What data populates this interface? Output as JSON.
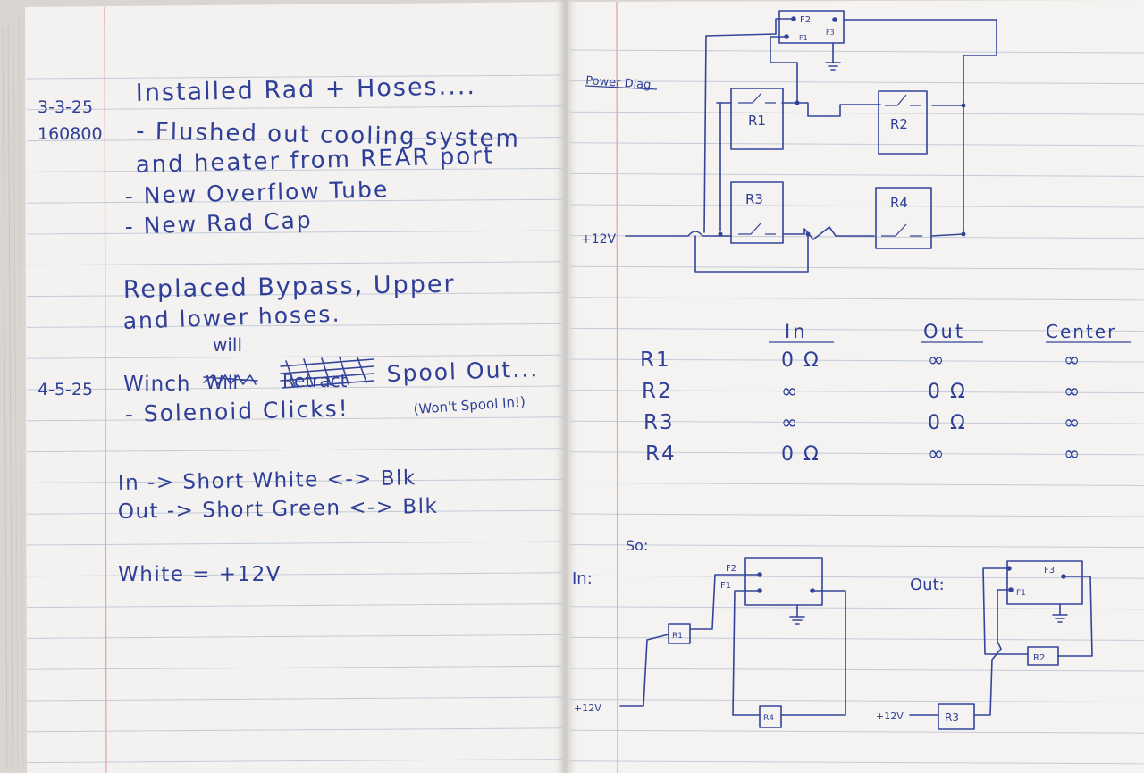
{
  "left_page": {
    "entry1": {
      "date": "3-3-25",
      "mileage": "160800",
      "lines": [
        "Installed Rad + Hoses....",
        "- Flushed out cooling system",
        "and heater from REAR port",
        "- New Overflow Tube",
        "- New Rad Cap"
      ]
    },
    "entry2": {
      "lines": [
        "Replaced Bypass, Upper",
        "and lower hoses."
      ]
    },
    "entry3": {
      "date": "4-5-25",
      "insert_word": "will",
      "winch_prefix": "Winch",
      "struck_1": "Will",
      "struck_2": "Retract",
      "winch_suffix": "Spool Out...",
      "solenoid_line": "- Solenoid Clicks!",
      "note": "(Won't Spool In!)",
      "in_line": "In -> Short White <-> Blk",
      "out_line": "Out -> Short Green <-> Blk",
      "white_line": "White = +12V"
    }
  },
  "right_page": {
    "power_diag_label": "Power Diag",
    "diagram_labels": {
      "f2": "F2",
      "f1": "F1",
      "f3": "F3",
      "r1": "R1",
      "r2": "R2",
      "r3": "R3",
      "r4": "R4",
      "plus12v": "+12V"
    },
    "table": {
      "headers": [
        "In",
        "Out",
        "Center"
      ],
      "rows": [
        {
          "label": "R1",
          "in": "0 Ω",
          "out": "∞",
          "center": "∞"
        },
        {
          "label": "R2",
          "in": "∞",
          "out": "0 Ω",
          "center": "∞"
        },
        {
          "label": "R3",
          "in": "∞",
          "out": "0 Ω",
          "center": "∞"
        },
        {
          "label": "R4",
          "in": "0 Ω",
          "out": "∞",
          "center": "∞"
        }
      ]
    },
    "so_label": "So:",
    "in_label": "In:",
    "out_label": "Out:",
    "in_diag": {
      "f2": "F2",
      "f1": "F1",
      "r1": "R1",
      "r4": "R4",
      "plus12v": "+12V"
    },
    "out_diag": {
      "f3": "F3",
      "f1": "F1",
      "r2": "R2",
      "r3": "R3",
      "plus12v": "+12V"
    }
  }
}
